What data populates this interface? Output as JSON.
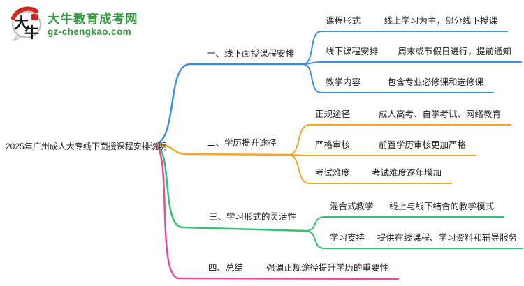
{
  "logo": {
    "title": "大牛教育成考网",
    "domain": "gz-chengkao.com",
    "icon_char1": "大",
    "icon_char2": "牛",
    "brand_green": "#2e9a3c",
    "brand_red": "#cf271c"
  },
  "root": {
    "label": "2025年广州成人大专线下面授课程安排说明"
  },
  "branches": [
    {
      "label": "一、线下面授课程安排",
      "color": "#3d8ee8",
      "children": [
        {
          "label": "课程形式",
          "desc": "线上学习为主，部分线下授课"
        },
        {
          "label": "线下课程安排",
          "desc": "周末或节假日进行，提前通知"
        },
        {
          "label": "教学内容",
          "desc": "包含专业必修课和选修课"
        }
      ]
    },
    {
      "label": "二、学历提升途径",
      "color": "#f5a623",
      "children": [
        {
          "label": "正规途径",
          "desc": "成人高考、自学考试、网络教育"
        },
        {
          "label": "严格审核",
          "desc": "前置学历审核更加严格"
        },
        {
          "label": "考试难度",
          "desc": "考试难度逐年增加"
        }
      ]
    },
    {
      "label": "三、学习形式的灵活性",
      "color": "#2ec56e",
      "children": [
        {
          "label": "混合式教学",
          "desc": "线上与线下结合的教学模式"
        },
        {
          "label": "学习支持",
          "desc": "提供在线课程、学习资料和辅导服务"
        }
      ]
    },
    {
      "label": "四、总结",
      "color": "#f0479c",
      "children": [
        {
          "label": "四、总结",
          "desc": "强调正规途径提升学历的重要性"
        }
      ]
    }
  ]
}
